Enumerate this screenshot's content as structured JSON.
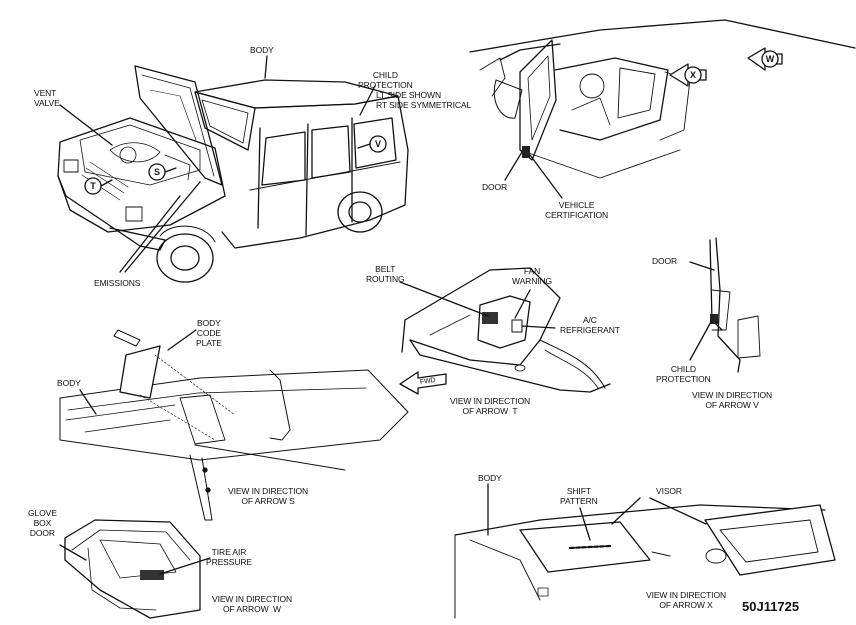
{
  "labels": {
    "body_top": "BODY",
    "child_protection_top": "CHILD\nPROTECTION",
    "lt_side": "LT SIDE SHOWN\nRT SIDE SYMMETRICAL",
    "vent_valve": "VENT\nVALVE",
    "emissions": "EMISSIONS",
    "door_top": "DOOR",
    "vehicle_certification": "VEHICLE\nCERTIFICATION",
    "belt_routing": "BELT\nROUTING",
    "fan_warning": "FAN\nWARNING",
    "ac_refrigerant": "A/C\nREFRIGERANT",
    "fwd": "FWD",
    "view_arrow_t": "VIEW IN DIRECTION\nOF ARROW  T",
    "door_right": "DOOR",
    "child_protection_right": "CHILD\nPROTECTION",
    "view_arrow_v": "VIEW IN DIRECTION\nOF ARROW V",
    "body_code_plate": "BODY\nCODE\nPLATE",
    "body_left": "BODY",
    "view_arrow_s": "VIEW IN DIRECTION\nOF ARROW S",
    "glove_box_door": "GLOVE\nBOX\nDOOR",
    "tire_air_pressure": "TIRE AIR\nPRESSURE",
    "view_arrow_w": "VIEW IN DIRECTION\nOF ARROW  W",
    "body_bottom": "BODY",
    "shift_pattern": "SHIFT\nPATTERN",
    "visor": "VISOR",
    "view_arrow_x": "VIEW IN DIRECTION\nOF ARROW X",
    "reference": "50J11725"
  },
  "callouts": {
    "t": "T",
    "s": "S",
    "v": "V",
    "w": "W",
    "x": "X"
  }
}
